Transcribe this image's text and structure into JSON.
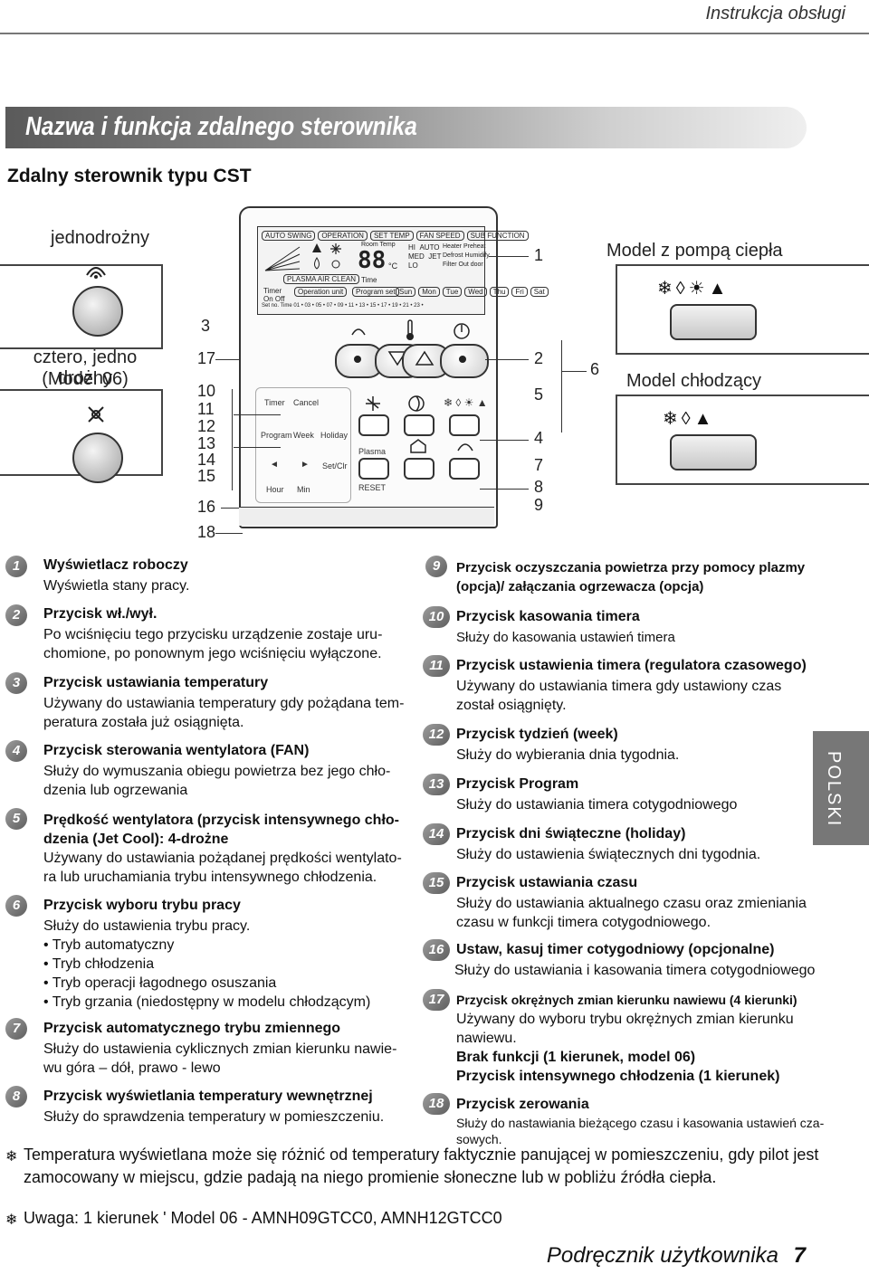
{
  "header": {
    "title": "Instrukcja obsługi"
  },
  "banner": {
    "title": "Nazwa i funkcja zdalnego sterownika"
  },
  "subtitle": "Zdalny sterownik typu CST",
  "diagram": {
    "left_top_label": "jednodrożny",
    "left_bottom_label": "cztero, jedno drożny",
    "left_bottom_sub": "(Model 06)",
    "right_top_label": "Model z pompą ciepła",
    "right_bottom_label": "Model chłodzący",
    "left_numbers": [
      "3",
      "17",
      "10",
      "11",
      "12",
      "13",
      "14",
      "15",
      "16",
      "18"
    ],
    "right_numbers": [
      "1",
      "2",
      "5",
      "4",
      "7",
      "8",
      "9",
      "6"
    ],
    "lcd": {
      "tabs": [
        "AUTO SWING",
        "OPERATION",
        "SET TEMP",
        "FAN SPEED",
        "SUB FUNCTION"
      ],
      "room_temp": "Room Temp",
      "digits": "88",
      "unit": "°C",
      "fan_hi": "HI",
      "fan_auto": "AUTO",
      "fan_med": "MED",
      "fan_jet": "JET",
      "fan_lo": "LO",
      "sub1": "Heater",
      "sub2": "Preheat",
      "sub3": "Defrost",
      "sub4": "Humidify",
      "sub5": "Filter",
      "sub6": "Out door",
      "plasma": "PLASMA AIR CLEAN",
      "time": "Time",
      "timer": "Timer",
      "onoff": "On  Off",
      "op_unit": "Operation unit",
      "program_set": "Program set",
      "days": [
        "Sun",
        "Mon",
        "Tue",
        "Wed",
        "Thu",
        "Fri",
        "Sat"
      ],
      "setno": "Set no.",
      "time_row": "Time  01 • 03 • 05 • 07 • 09 • 11 • 13 • 15 • 17 • 19 • 21 • 23 •"
    },
    "remote_buttons": {
      "timer": "Timer",
      "cancel": "Cancel",
      "program": "Program",
      "week": "Week",
      "holiday": "Holiday",
      "setclr": "Set/Clr",
      "hour": "Hour",
      "min": "Min",
      "plasma": "Plasma",
      "reset": "RESET"
    }
  },
  "items_left": [
    {
      "n": "1",
      "title": "Wyświetlacz roboczy",
      "body": "Wyświetla stany pracy."
    },
    {
      "n": "2",
      "title": "Przycisk wł./wył.",
      "body": "Po wciśnięciu tego przycisku urządzenie zostaje uru-\nchomione, po ponownym jego wciśnięciu wyłączone."
    },
    {
      "n": "3",
      "title": "Przycisk ustawiania temperatury",
      "body": "Używany do ustawiania temperatury gdy pożądana tem-\nperatura została już osiągnięta."
    },
    {
      "n": "4",
      "title": "Przycisk sterowania wentylatora (FAN)",
      "body": "Służy do wymuszania obiegu powietrza bez jego chło-\ndzenia lub ogrzewania"
    },
    {
      "n": "5",
      "title": "Prędkość wentylatora (przycisk intensywnego chło-\ndzenia (Jet Cool): 4-drożne",
      "body": "Używany do ustawiania pożądanej prędkości wentylato-\nra lub uruchamiania trybu intensywnego chłodzenia."
    },
    {
      "n": "6",
      "title": "Przycisk wyboru trybu pracy",
      "body": "Służy do ustawienia trybu pracy.\n• Tryb automatyczny\n• Tryb chłodzenia\n• Tryb operacji łagodnego osuszania\n• Tryb grzania (niedostępny w modelu chłodzącym)"
    },
    {
      "n": "7",
      "title": "Przycisk automatycznego trybu zmiennego",
      "body": "Służy do ustawienia cyklicznych zmian kierunku nawie-\nwu góra – dół, prawo - lewo"
    },
    {
      "n": "8",
      "title": "Przycisk wyświetlania temperatury wewnętrznej",
      "body": "Służy do sprawdzenia temperatury w pomieszczeniu."
    }
  ],
  "items_right": [
    {
      "n": "9",
      "title": "Przycisk oczyszczania powietrza przy pomocy plazmy\n(opcja)/ załączania ogrzewacza (opcja)",
      "body": ""
    },
    {
      "n": "10",
      "title": "Przycisk kasowania timera",
      "body": "Służy do kasowania ustawień timera"
    },
    {
      "n": "11",
      "title": "Przycisk ustawienia timera (regulatora czasowego)",
      "body": "Używany do ustawiania timera gdy ustawiony czas\nzostał osiągnięty."
    },
    {
      "n": "12",
      "title": "Przycisk tydzień (week)",
      "body": "Służy do wybierania dnia tygodnia."
    },
    {
      "n": "13",
      "title": "Przycisk Program",
      "body": "Służy do ustawiania timera cotygodniowego"
    },
    {
      "n": "14",
      "title": "Przycisk dni świąteczne (holiday)",
      "body": "Służy do ustawienia świątecznych dni tygodnia."
    },
    {
      "n": "15",
      "title": "Przycisk ustawiania czasu",
      "body": "Służy do ustawiania aktualnego czasu oraz zmieniania\nczasu w funkcji timera cotygodniowego."
    },
    {
      "n": "16",
      "title": "Ustaw, kasuj timer cotygodniowy (opcjonalne)",
      "body": "Służy do ustawiania i kasowania timera cotygodniowego"
    },
    {
      "n": "17",
      "title": "Przycisk okrężnych zmian kierunku nawiewu (4 kierunki)",
      "body": "Używany do wyboru trybu okrężnych zmian kierunku\nnawiewu.",
      "extra": "Brak funkcji (1 kierunek, model 06)\nPrzycisk intensywnego chłodzenia (1 kierunek)"
    },
    {
      "n": "18",
      "title": "Przycisk zerowania",
      "body": "Służy do nastawiania bieżącego czasu i kasowania ustawień cza-\nsowych."
    }
  ],
  "side_tab": "POLSKI",
  "notes": {
    "note1": "Temperatura wyświetlana może się różnić od temperatury faktycznie panującej w pomieszczeniu, gdy pilot jest\nzamocowany w miejscu, gdzie padają na niego promienie słoneczne lub w pobliżu  źródła ciepła.",
    "note2": "Uwaga: 1 kierunek ' Model 06  - AMNH09GTCC0, AMNH12GTCC0"
  },
  "footer": {
    "text": "Podręcznik użytkownika",
    "page": "7"
  }
}
